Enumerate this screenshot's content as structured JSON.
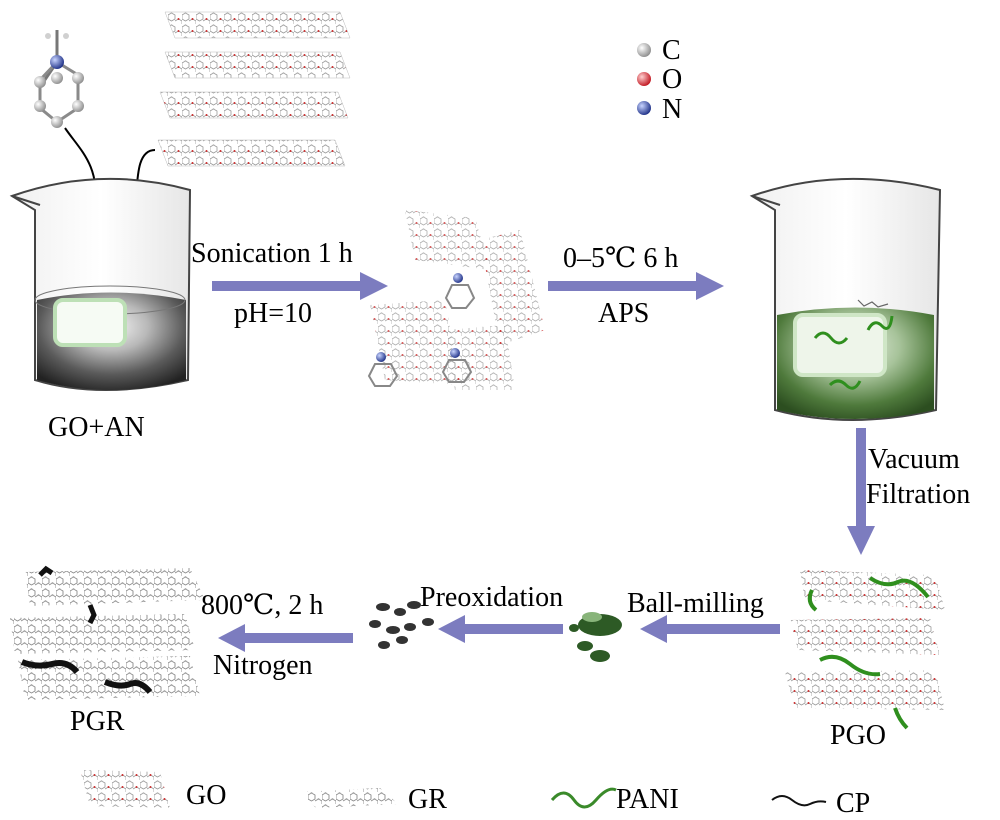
{
  "legend_atoms": [
    {
      "symbol": "C",
      "color": "#a8a8a8"
    },
    {
      "symbol": "O",
      "color": "#d8202a"
    },
    {
      "symbol": "N",
      "color": "#2a3f9a"
    }
  ],
  "steps": {
    "start_label": "GO+AN",
    "sonication": {
      "line1": "Sonication 1 h",
      "line2": "pH=10"
    },
    "polymerization": {
      "line1": "0–5℃ 6 h",
      "line2": "APS"
    },
    "vacuum": {
      "line1": "Vacuum",
      "line2": "Filtration"
    },
    "pgo_label": "PGO",
    "ball_milling": "Ball-milling",
    "preoxidation": "Preoxidation",
    "carbonization": {
      "line1": "800℃, 2 h",
      "line2": "Nitrogen"
    },
    "pgr_label": "PGR"
  },
  "key": [
    {
      "label": "GO"
    },
    {
      "label": "GR"
    },
    {
      "label": "PANI"
    },
    {
      "label": "CP"
    }
  ],
  "colors": {
    "arrow": "#7c7cbf",
    "go_liquid": "#3c3c3c",
    "pani_liquid": "#3d6b2a",
    "pani_green": "#3a8a2a"
  }
}
